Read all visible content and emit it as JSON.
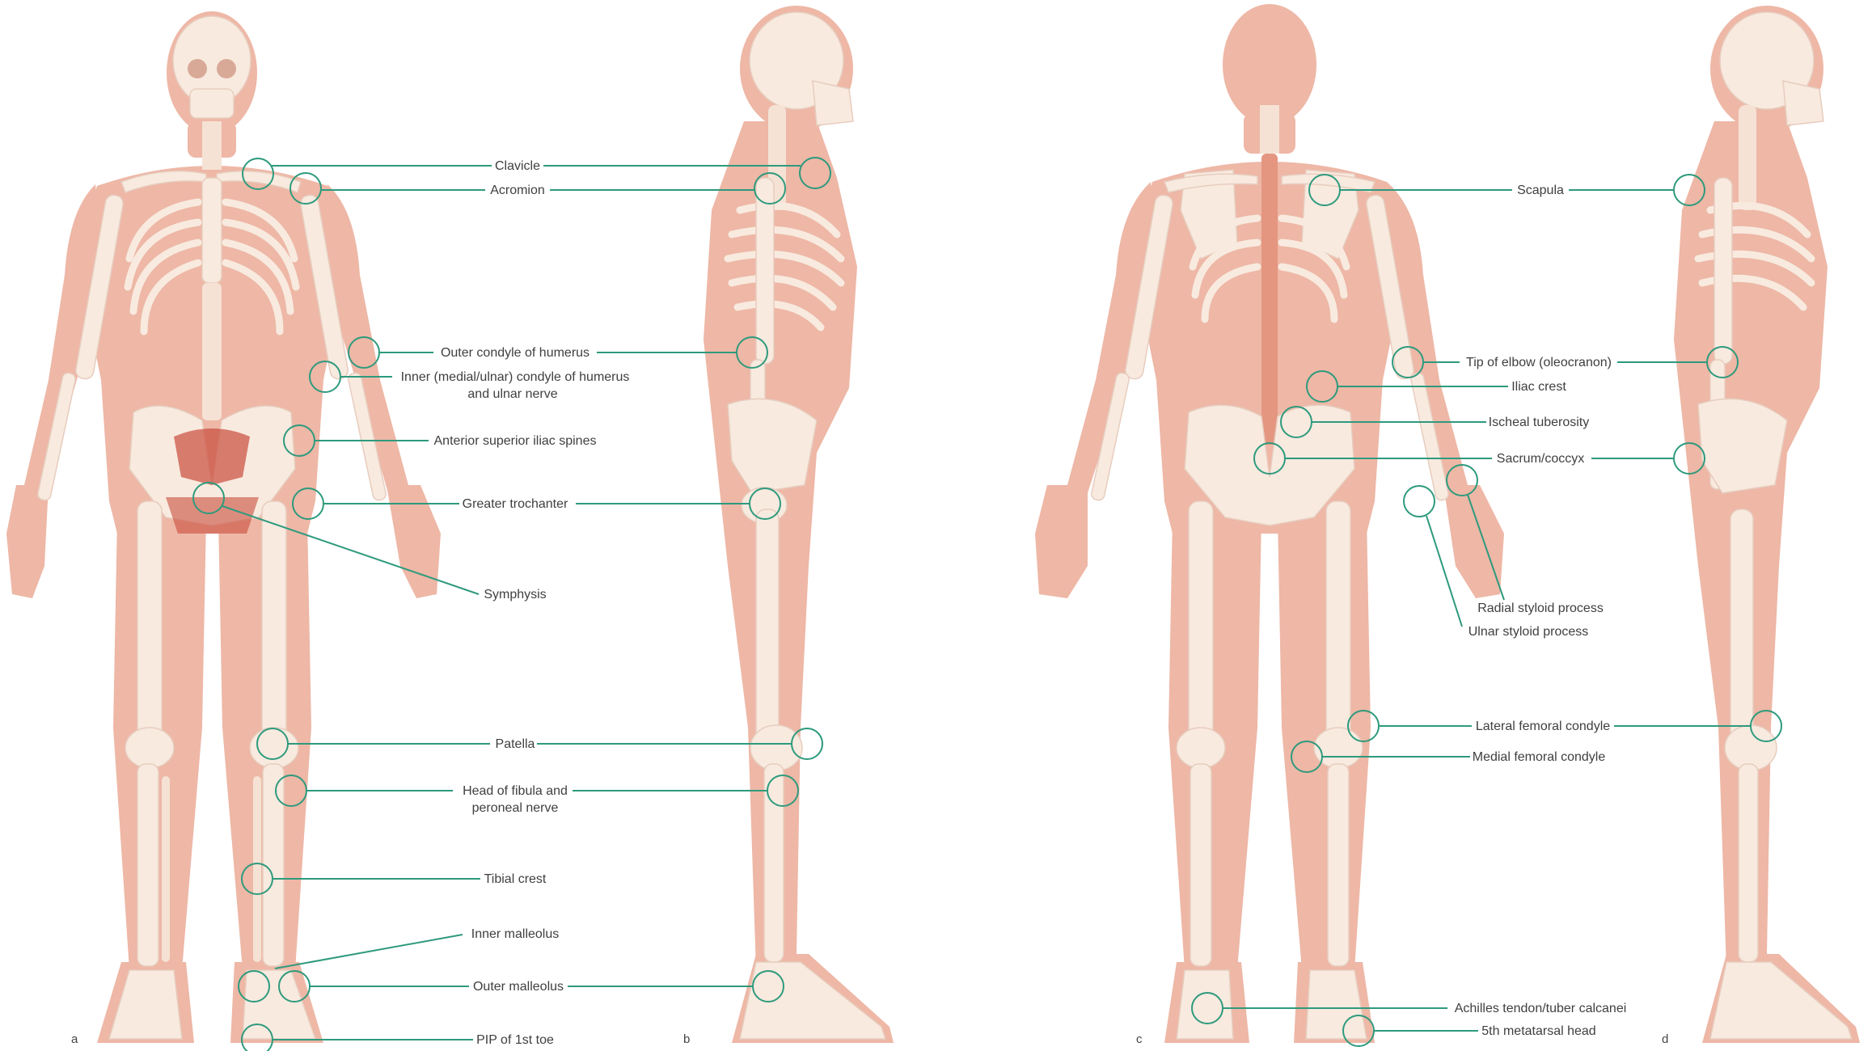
{
  "panels": {
    "a": "a",
    "b": "b",
    "c": "c",
    "d": "d"
  },
  "labels": {
    "clavicle": "Clavicle",
    "acromion": "Acromion",
    "outer_condyle": "Outer condyle of humerus",
    "inner_condyle_line1": "Inner (medial/ulnar) condyle of humerus",
    "inner_condyle_line2": "and ulnar nerve",
    "asis": "Anterior superior iliac spines",
    "greater_trochanter": "Greater trochanter",
    "symphysis": "Symphysis",
    "patella": "Patella",
    "fibula_line1": "Head of fibula and",
    "fibula_line2": "peroneal nerve",
    "tibial_crest": "Tibial crest",
    "inner_malleolus": "Inner malleolus",
    "outer_malleolus": "Outer malleolus",
    "pip": "PIP of 1st toe",
    "scapula": "Scapula",
    "olecranon": "Tip of elbow (oleocranon)",
    "iliac_crest": "Iliac crest",
    "ischeal": "Ischeal tuberosity",
    "sacrum": "Sacrum/coccyx",
    "radial_styloid": "Radial styloid process",
    "ulnar_styloid": "Ulnar styloid process",
    "lateral_femoral": "Lateral femoral condyle",
    "medial_femoral": "Medial femoral condyle",
    "achilles": "Achilles tendon/tuber calcanei",
    "metatarsal": "5th metatarsal head"
  },
  "colors": {
    "leader": "#2e9a7d",
    "skin": "#eeb7a6",
    "bone": "#f8eadf",
    "text": "#3f3f3f"
  }
}
